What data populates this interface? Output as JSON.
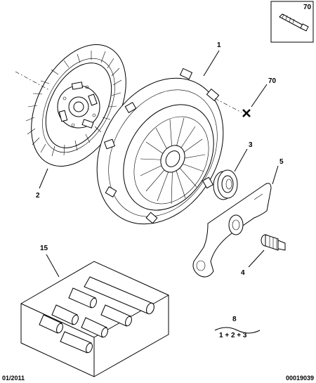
{
  "callouts": {
    "p1": "1",
    "p2": "2",
    "p3": "3",
    "p4": "4",
    "p5": "5",
    "p15": "15",
    "p70_top": "70",
    "p70_inset": "70",
    "p8": "8"
  },
  "formula": "1 + 2 + 3",
  "footer": {
    "date": "01/2011",
    "ref": "00019039"
  }
}
